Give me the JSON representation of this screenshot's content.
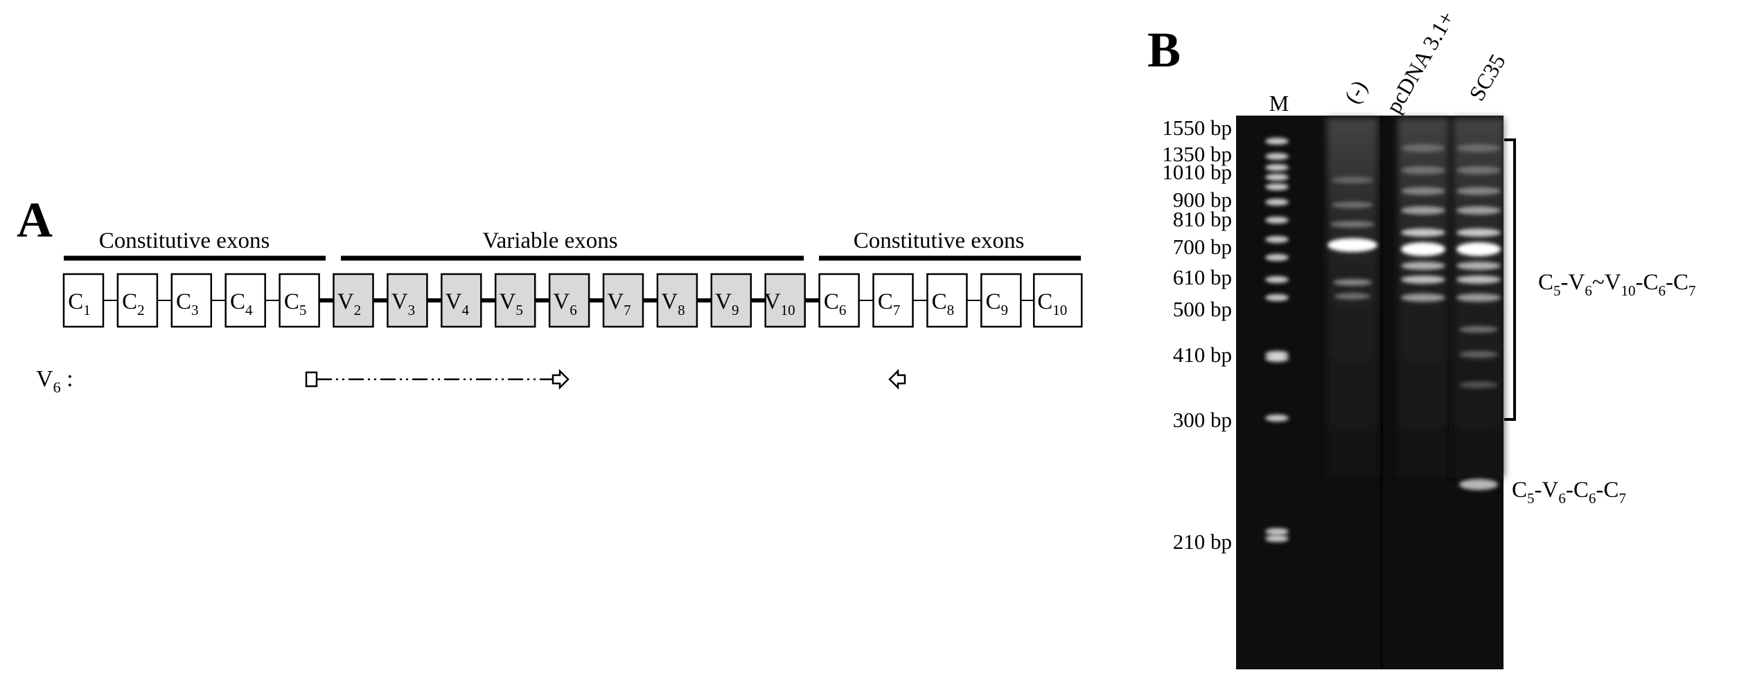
{
  "panelA": {
    "label": "A",
    "group_left": "Constitutive exons",
    "group_mid": "Variable exons",
    "group_right": "Constitutive exons",
    "exons": [
      {
        "base": "C",
        "sub": "1",
        "variable": false
      },
      {
        "base": "C",
        "sub": "2",
        "variable": false
      },
      {
        "base": "C",
        "sub": "3",
        "variable": false
      },
      {
        "base": "C",
        "sub": "4",
        "variable": false
      },
      {
        "base": "C",
        "sub": "5",
        "variable": false
      },
      {
        "base": "V",
        "sub": "2",
        "variable": true
      },
      {
        "base": "V",
        "sub": "3",
        "variable": true
      },
      {
        "base": "V",
        "sub": "4",
        "variable": true
      },
      {
        "base": "V",
        "sub": "5",
        "variable": true
      },
      {
        "base": "V",
        "sub": "6",
        "variable": true
      },
      {
        "base": "V",
        "sub": "7",
        "variable": true
      },
      {
        "base": "V",
        "sub": "8",
        "variable": true
      },
      {
        "base": "V",
        "sub": "9",
        "variable": true
      },
      {
        "base": "V",
        "sub": "10",
        "variable": true
      },
      {
        "base": "C",
        "sub": "6",
        "variable": false
      },
      {
        "base": "C",
        "sub": "7",
        "variable": false
      },
      {
        "base": "C",
        "sub": "8",
        "variable": false
      },
      {
        "base": "C",
        "sub": "9",
        "variable": false
      },
      {
        "base": "C",
        "sub": "10",
        "variable": false
      }
    ],
    "primer_label": {
      "base": "V",
      "sub": "6",
      "suffix": " :"
    }
  },
  "panelB": {
    "label": "B",
    "lanes": [
      "M",
      "(-)",
      "pcDNA 3.1+",
      "SC35"
    ],
    "markers": [
      "1550 bp",
      "1350 bp",
      "1010 bp",
      "900 bp",
      "810 bp",
      "700 bp",
      "610 bp",
      "500 bp",
      "410 bp",
      "300 bp",
      "210 bp"
    ],
    "product_long": {
      "parts": [
        {
          "t": "C"
        },
        {
          "s": "5"
        },
        {
          "t": "-V"
        },
        {
          "s": "6"
        },
        {
          "t": "~V"
        },
        {
          "s": "10"
        },
        {
          "t": "-C"
        },
        {
          "s": "6"
        },
        {
          "t": "-C"
        },
        {
          "s": "7"
        }
      ]
    },
    "product_short": {
      "parts": [
        {
          "t": "C"
        },
        {
          "s": "5"
        },
        {
          "t": "-V"
        },
        {
          "s": "6"
        },
        {
          "t": "-C"
        },
        {
          "s": "6"
        },
        {
          "t": "-C"
        },
        {
          "s": "7"
        }
      ]
    },
    "colors": {
      "gel": "#0e0e0e",
      "band": "#ffffff",
      "variable_fill": "#d9d9d9"
    }
  }
}
